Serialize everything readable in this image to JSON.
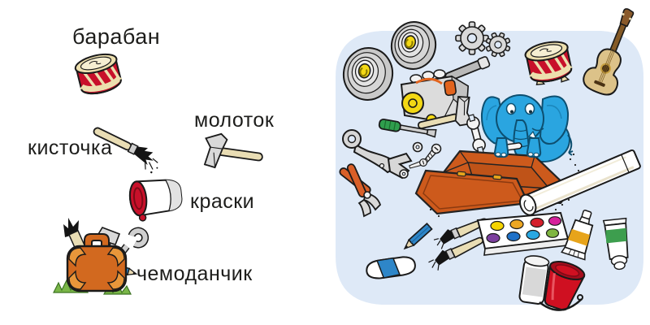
{
  "page": {
    "type": "children-picture-dictionary-spread",
    "background": "#ffffff",
    "text_color": "#1d1d1b"
  },
  "labels": [
    {
      "text": "барабан",
      "icon": "drum-icon"
    },
    {
      "text": "молоток",
      "icon": "hammer-icon"
    },
    {
      "text": "кисточка",
      "icon": "paintbrush-icon"
    },
    {
      "text": "краски",
      "icon": "paint-can-icon"
    },
    {
      "text": "чемоданчик",
      "icon": "suitcase-icon"
    }
  ],
  "illustration": {
    "background": "#dee9f7",
    "scene": "blue elephant with an open orange suitcase surrounded by tools, toys and art supplies",
    "items": [
      "tire",
      "tire",
      "gear",
      "gear",
      "drum",
      "guitar",
      "toy-engine",
      "hammer",
      "screwdriver",
      "wrench",
      "pliers",
      "spanner",
      "screws-and-nuts",
      "elephant",
      "open-suitcase",
      "paper-roll",
      "pencil",
      "paintbrush",
      "paintbrush",
      "eraser",
      "watercolor-palette",
      "paint-tube-yellow",
      "paint-tube-green",
      "bucket"
    ],
    "colors": {
      "elephant_blue": "#2aa5e0",
      "suitcase_orange": "#cd5a1c",
      "suitcase_patch": "#e8963a",
      "drum_red": "#c8102a",
      "cream": "#e9ddb4",
      "hub_yellow": "#f3d814",
      "screwdriver_green": "#2f9e4d",
      "pliers_orange": "#d95f28",
      "pencil_blue": "#2e86c8",
      "bucket_red": "#cf1021",
      "grass_green": "#7ab648",
      "palette_paints": [
        "#f5d400",
        "#eda722",
        "#d41f2c",
        "#d6219c",
        "#7c3f9e",
        "#1f71c8",
        "#29a8e2",
        "#7fb540"
      ]
    }
  }
}
